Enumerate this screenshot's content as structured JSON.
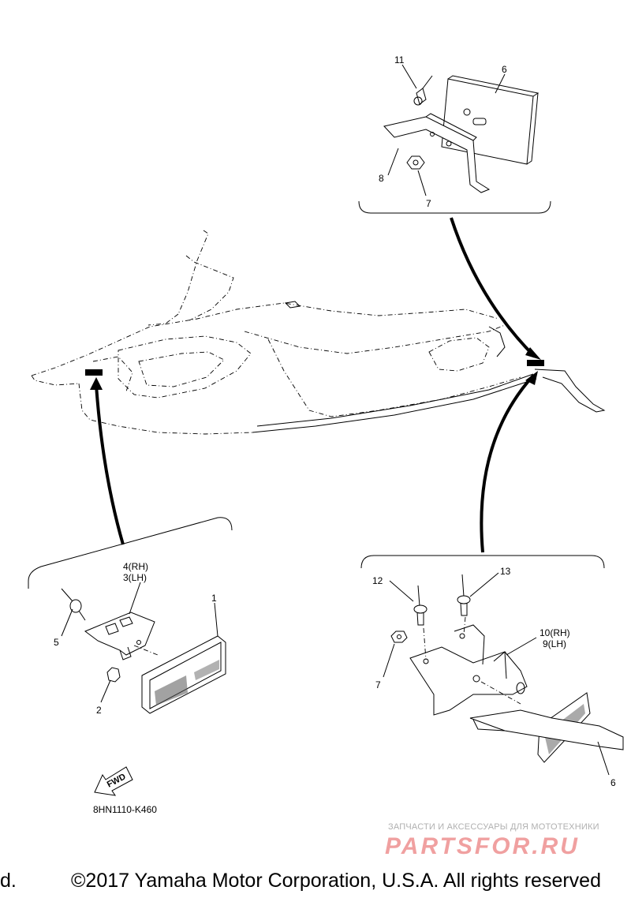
{
  "callouts": {
    "c1": "1",
    "c2": "2",
    "c3": "3(LH)",
    "c4": "4(RH)",
    "c5": "5",
    "c6_top": "6",
    "c6_bottom": "6",
    "c7_top": "7",
    "c7_bottom": "7",
    "c8": "8",
    "c9": "9(LH)",
    "c10": "10(RH)",
    "c11": "11",
    "c12": "12",
    "c13": "13"
  },
  "fwd_label": "FWD",
  "diagram_code": "8HN1110-K460",
  "watermark": {
    "tagline": "ЗАПЧАСТИ И АКСЕССУАРЫ ДЛЯ МОТОТЕХНИКИ",
    "brand": "PARTSFOR.RU"
  },
  "copyright": {
    "left_fragment": "d.",
    "text": "©2017 Yamaha Motor Corporation, U.S.A. All rights reserved"
  }
}
